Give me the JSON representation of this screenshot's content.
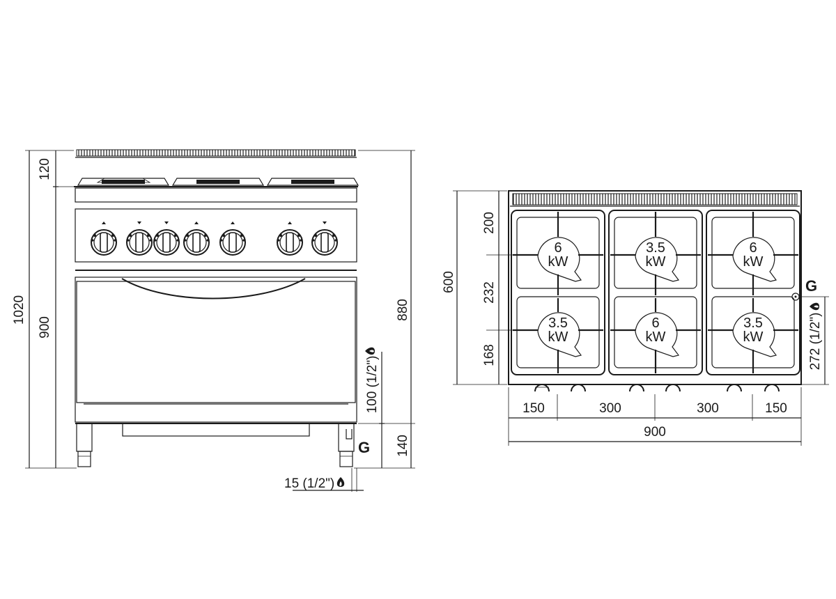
{
  "front_view": {
    "dims": {
      "top_height": "120",
      "body_height": "900",
      "total_height": "1020",
      "worktop_height": "880",
      "gas_height": "100 (1/2\")",
      "gas_bottom": "140",
      "gas_offset": "15 (1/2\")"
    },
    "gas_label": "G"
  },
  "top_view": {
    "dims": {
      "depth_total": "600",
      "row_front": "200",
      "row_middle": "232",
      "row_back": "168",
      "gas_side": "272 (1/2\")",
      "seg_1": "150",
      "seg_2": "300",
      "seg_3": "300",
      "seg_4": "150",
      "width_total": "900"
    },
    "gas_label": "G",
    "burners": [
      {
        "power": "6",
        "unit": "kW"
      },
      {
        "power": "3.5",
        "unit": "kW"
      },
      {
        "power": "6",
        "unit": "kW"
      },
      {
        "power": "3.5",
        "unit": "kW"
      },
      {
        "power": "6",
        "unit": "kW"
      },
      {
        "power": "3.5",
        "unit": "kW"
      }
    ]
  }
}
